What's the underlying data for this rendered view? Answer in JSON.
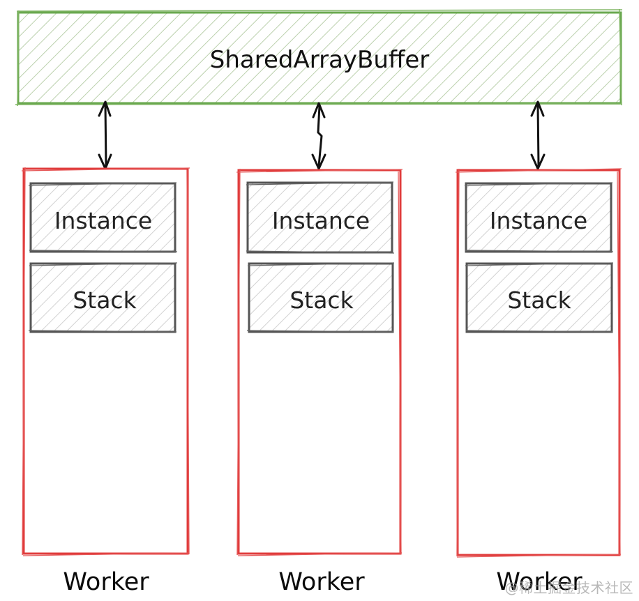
{
  "shared_buffer": {
    "label": "SharedArrayBuffer",
    "stroke_color": "#6aa84f",
    "hatch_color": "#b5c9a6"
  },
  "workers": [
    {
      "label": "Worker",
      "boxes": {
        "instance": "Instance",
        "stack": "Stack"
      }
    },
    {
      "label": "Worker",
      "boxes": {
        "instance": "Instance",
        "stack": "Stack"
      }
    },
    {
      "label": "Worker",
      "boxes": {
        "instance": "Instance",
        "stack": "Stack"
      }
    }
  ],
  "colors": {
    "worker_stroke": "#e03c3c",
    "box_stroke": "#555555",
    "box_hatch": "#cccccc",
    "arrow": "#111111"
  },
  "watermark": "@稀土掘金技术社区"
}
